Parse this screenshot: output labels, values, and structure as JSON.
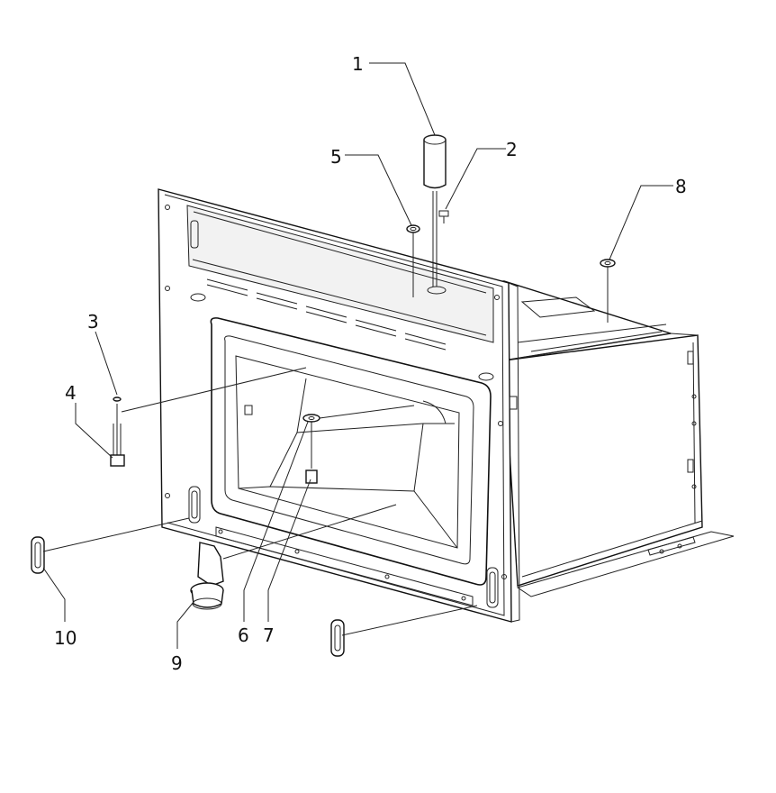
{
  "diagram": {
    "type": "exploded-parts-view",
    "callouts": [
      {
        "id": "1",
        "label": "1"
      },
      {
        "id": "2",
        "label": "2"
      },
      {
        "id": "3",
        "label": "3"
      },
      {
        "id": "4",
        "label": "4"
      },
      {
        "id": "5",
        "label": "5"
      },
      {
        "id": "6",
        "label": "6"
      },
      {
        "id": "7",
        "label": "7"
      },
      {
        "id": "8",
        "label": "8"
      },
      {
        "id": "9",
        "label": "9"
      },
      {
        "id": "10",
        "label": "10"
      }
    ]
  }
}
